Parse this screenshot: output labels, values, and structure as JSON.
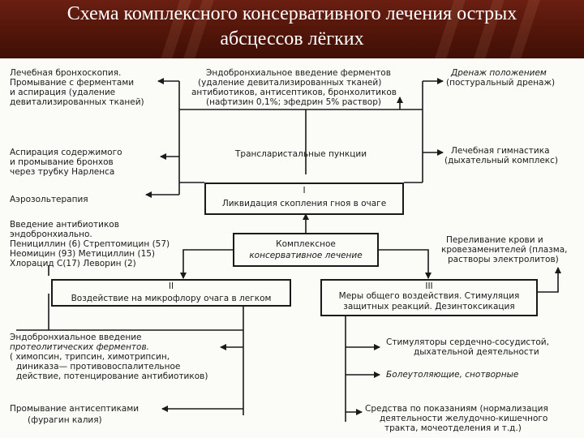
{
  "title": {
    "line1": "Схема комплексного консервативного лечения острых",
    "line2": "абсцессов лёгких"
  },
  "diagram": {
    "center_box": [
      "Комплексное",
      "консервативное лечение"
    ],
    "box1": [
      "I",
      "Ликвидация скопления гноя в очаге"
    ],
    "box2": [
      "II",
      "Воздействие на микрофлору очага в легком"
    ],
    "box3": [
      "III",
      "Меры общего воздействия. Стимуляция",
      "защитных реакций. Дезинтоксикация"
    ],
    "top_left": [
      "Лечебная бронхоскопия.",
      "Промывание с ферментами",
      "и аспирация (удаление",
      "девитализированных тканей)"
    ],
    "top_center": [
      "Эндобронхиальное введение ферментов",
      "(удаление девитализированных тканей)",
      "антибиотиков, антисептиков, бронхолитиков",
      "(нафтизин 0,1%; эфедрин 5% раствор)"
    ],
    "top_right": [
      "Дренаж положением",
      "(постуральный дренаж)"
    ],
    "aspiration": [
      "Аспирация содержимого",
      "и промывание бронхов",
      "через трубку Нарленса"
    ],
    "transparietal": "Трансларистальные пункции",
    "gymnastics": [
      "Лечебная гимнастика",
      "(дыхательный комплекс)"
    ],
    "aerosol": "Аэрозольтерапия",
    "antibiotics": [
      "Введение антибиотиков",
      "эндобронхиально.",
      "Пенициллин (6) Стрептомицин (57)",
      "Неомицин (93) Метициллин (15)",
      "Хлорацид С(17) Леворин (2)"
    ],
    "transfusion": [
      "Переливание крови и",
      "кровезаменителей (плазма,",
      "растворы электролитов)"
    ],
    "enzymes": [
      "Эндобронхиальное введение",
      "протеолитических ферментов.",
      "( химопсин, трипсин, химотрипсин,",
      "диниказа— противовоспалительное",
      "действие, потенцирование антибиотиков)"
    ],
    "antiseptic": [
      "Промывание антисептиками",
      "(фурагин калия)"
    ],
    "stimulators": [
      "Стимуляторы сердечно-сосудистой,",
      "дыхательной деятельности"
    ],
    "analgesics": "Болеутоляющие, снотворные",
    "indications": [
      "Средства по показаниям (нормализация",
      "деятельности желудочно-кишечного",
      "тракта, мочеотделения и т.д.)"
    ]
  },
  "colors": {
    "header_bg": "#521509",
    "title_text": "#ffffff",
    "ink": "#1a1a1a",
    "paper": "#fbfbf8"
  }
}
